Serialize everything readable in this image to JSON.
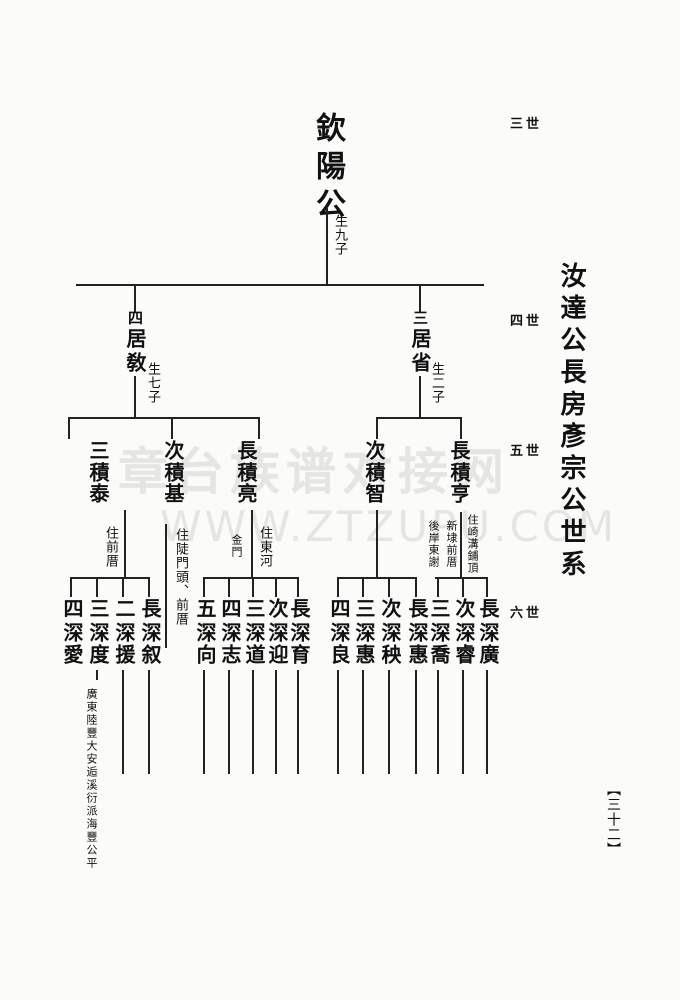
{
  "title": "汝達公長房彥宗公世系",
  "page_number": "【三十二】",
  "watermark": {
    "line1": "章台族谱对接网",
    "line2": "WWW.ZTZUPU.COM"
  },
  "generation_labels": [
    "三世",
    "四世",
    "五世",
    "六世"
  ],
  "gen3": {
    "name": "欽陽公",
    "note": "生九子"
  },
  "gen4": [
    {
      "order": "四",
      "name": "居敎",
      "note": "生七子"
    },
    {
      "order": "三",
      "name": "居省",
      "note": "生二子"
    }
  ],
  "gen5": [
    {
      "order": "三",
      "name": "積泰",
      "note": "住前厝"
    },
    {
      "order": "次",
      "name": "積基",
      "note": "住陡門頭、前厝"
    },
    {
      "order": "長",
      "name": "積亮",
      "note1": "金門",
      "note2": "住東河"
    },
    {
      "order": "次",
      "name": "積智"
    },
    {
      "order": "長",
      "name": "積亨",
      "note1": "新埭前厝",
      "note2": "住崎溝鋪頂",
      "note3": "後岸東謝"
    }
  ],
  "gen6": [
    {
      "order": "四",
      "name": "深愛"
    },
    {
      "order": "三",
      "name": "深度",
      "note": "廣東陸豐大安逅溪衍派海豐公平"
    },
    {
      "order": "二",
      "name": "深援"
    },
    {
      "order": "長",
      "name": "深叙"
    },
    {
      "order": "五",
      "name": "深向"
    },
    {
      "order": "四",
      "name": "深志"
    },
    {
      "order": "三",
      "name": "深道"
    },
    {
      "order": "次",
      "name": "深迎"
    },
    {
      "order": "長",
      "name": "深育"
    },
    {
      "order": "四",
      "name": "深良"
    },
    {
      "order": "三",
      "name": "深惠"
    },
    {
      "order": "次",
      "name": "深秧"
    },
    {
      "order": "長",
      "name": "深惠"
    },
    {
      "order": "三",
      "name": "深喬"
    },
    {
      "order": "次",
      "name": "深睿"
    },
    {
      "order": "長",
      "name": "深廣"
    }
  ]
}
